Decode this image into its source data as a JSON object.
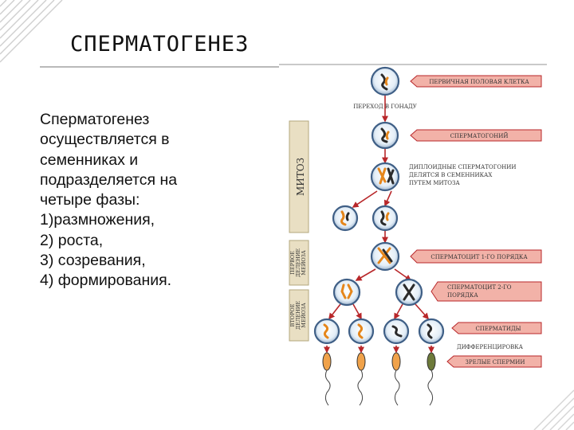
{
  "slide": {
    "title": "СПЕРМАТОГЕНЕЗ",
    "text_lines": [
      "Сперматогенез",
      "осуществляется в",
      "семенниках и",
      "подразделяется на",
      "четыре фазы:",
      "1)размножения,",
      "2) роста,",
      "3) созревания,",
      "4) формирования."
    ]
  },
  "diagram": {
    "side_labels": {
      "mitosis": "МИТОЗ",
      "meiosis1": [
        "ПЕРВОЕ",
        "ДЕЛЕНИЕ",
        "МЕЙОЗА"
      ],
      "meiosis2": [
        "ВТОРОЕ",
        "ДЕЛЕНИЕ",
        "МЕЙОЗА"
      ]
    },
    "labels": {
      "primary_germ_cell": "ПЕРВИЧНАЯ ПОЛОВАЯ КЛЕТКА",
      "migration": "ПЕРЕХОД В ГОНАДУ",
      "spermatogonium": "СПЕРМАТОГОНИЙ",
      "diploid_1": "ДИПЛОИДНЫЕ СПЕРМАТОГОНИИ",
      "diploid_2": "ДЕЛЯТСЯ В СЕМЕННИКАХ",
      "diploid_3": "ПУТЕМ МИТОЗА",
      "spermatocyte1": "СПЕРМАТОЦИТ 1-ГО ПОРЯДКА",
      "spermatocyte2_a": "СПЕРМАТОЦИТ 2-ГО",
      "spermatocyte2_b": "ПОРЯДКА",
      "spermatids": "СПЕРМАТИДЫ",
      "differentiation": "ДИФФЕРЕНЦИРОВКА",
      "mature_sperm": "ЗРЕЛЫЕ СПЕРМИИ"
    },
    "colors": {
      "cell_border": "#3f5f86",
      "cell_fill": "#cfe0ef",
      "arrow": "#b8272a",
      "label_fill": "#f2b2a8",
      "band_fill": "#e9dfc3",
      "chromosome_orange": "#e5861b",
      "chromosome_dark": "#2b2b2b"
    }
  }
}
